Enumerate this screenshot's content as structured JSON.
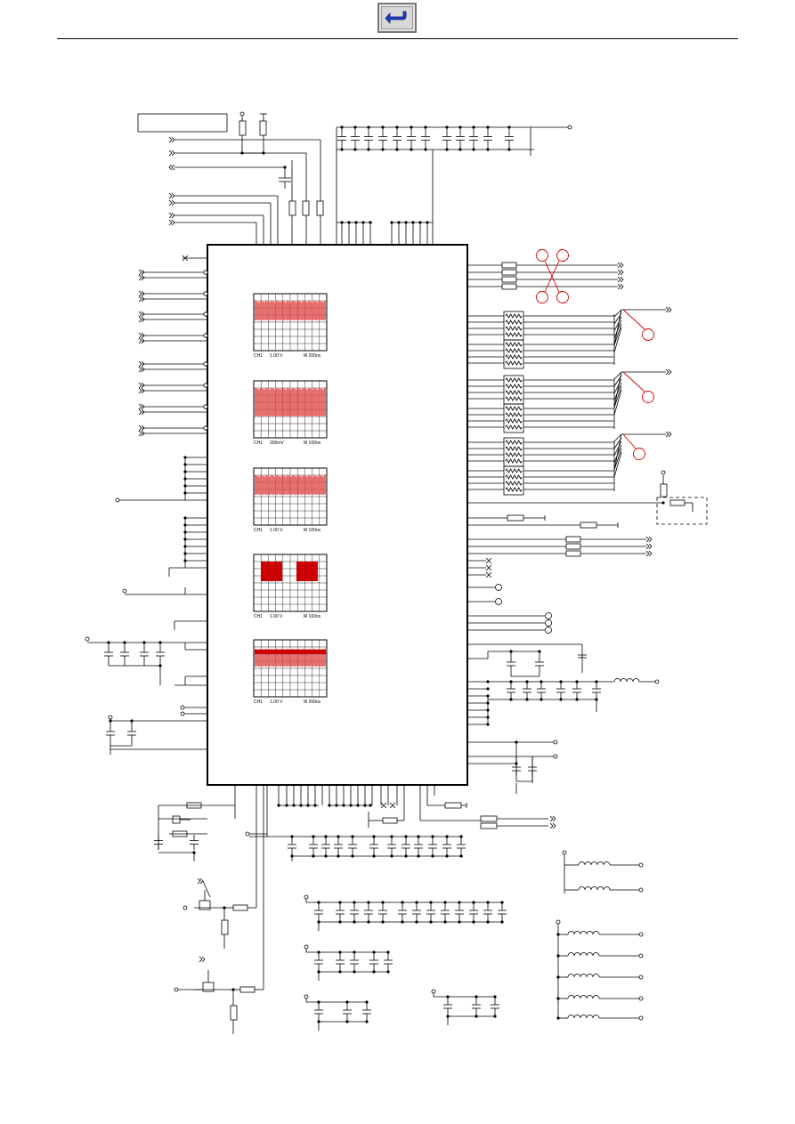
{
  "nav": {
    "back_icon": "return-arrow-icon",
    "back_color": "#1a3cc8"
  },
  "colors": {
    "trace": "#cc0000",
    "trace_fill": "#f2a0a0",
    "callout": "#cc0000"
  },
  "scopes": [
    {
      "ch": "CH1",
      "volt": "1.00 V",
      "time": "M  200ns"
    },
    {
      "ch": "CH1",
      "volt": "200mV",
      "time": "M  100ns"
    },
    {
      "ch": "CH1",
      "volt": "1.00 V",
      "time": "M  100ns"
    },
    {
      "ch": "CH1",
      "volt": "1.00 V",
      "time": "M  100ns"
    },
    {
      "ch": "CH1",
      "volt": "1.00 V",
      "time": "M  200ns"
    }
  ]
}
